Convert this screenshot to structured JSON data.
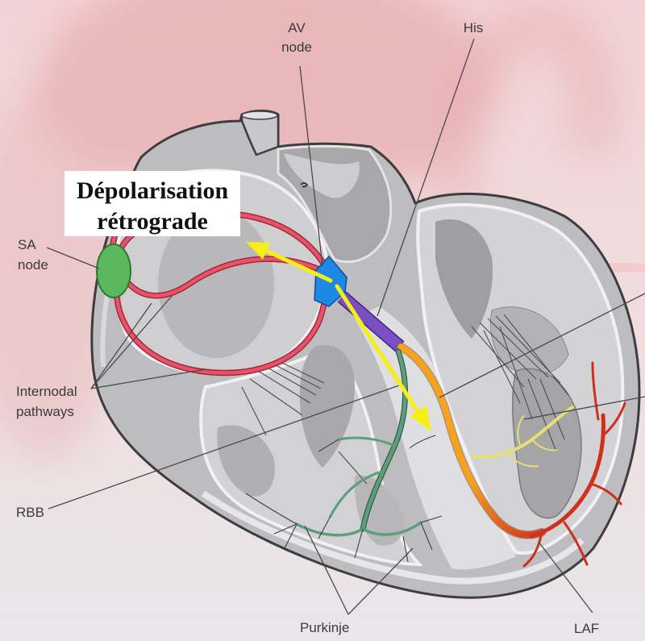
{
  "title_box": {
    "line1": "Dépolarisation",
    "line2": "rétrograde"
  },
  "labels": {
    "av_node": [
      "AV",
      "node"
    ],
    "his": "His",
    "sa_node": [
      "SA",
      "node"
    ],
    "internodal_pathways": [
      "Internodal",
      "pathways"
    ],
    "rbb": "RBB",
    "purkinje": "Purkinje",
    "laf": "LAF"
  },
  "colors": {
    "sa_node": "#5cb85c",
    "av_node": "#1e88e5",
    "his_bundle": "#7a4fc4",
    "internodal_pathways": "#e4556a",
    "rbb": "#5f9e7c",
    "left_bundle": "#f5a21f",
    "laf": "#cf2f1d",
    "posterior_fascicle": "#e6df74",
    "retrograde_arrows": "#f6ef16",
    "heart_wall": "#bdbdbf"
  }
}
